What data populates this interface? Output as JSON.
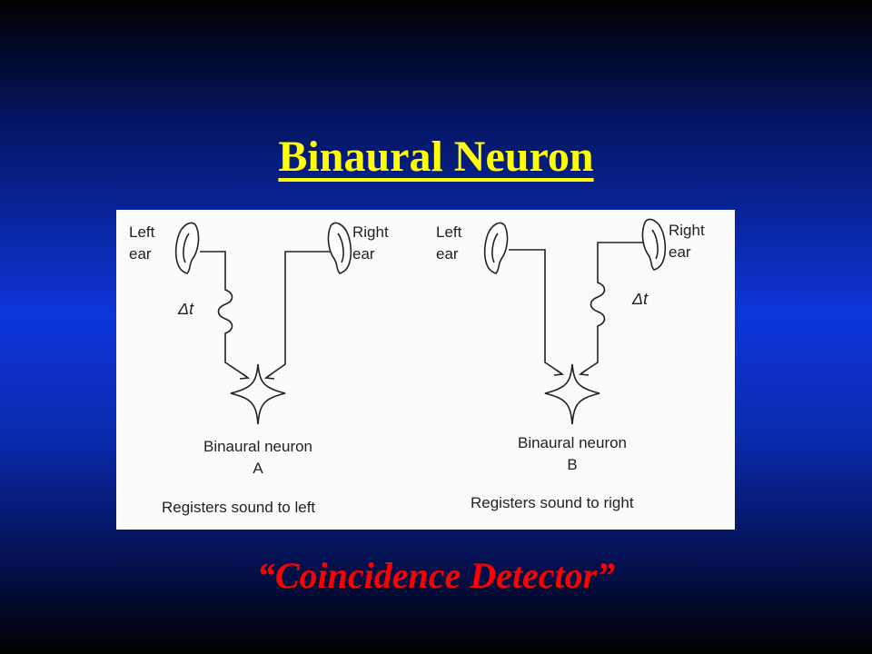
{
  "slide": {
    "title": "Binaural Neuron",
    "subtitle": "“Coincidence Detector”",
    "colors": {
      "title": "#ffff00",
      "subtitle": "#ff0000",
      "background": "#0d35d8"
    }
  },
  "diagram": {
    "panel_a": {
      "left_ear_label": [
        "Left",
        "ear"
      ],
      "right_ear_label": [
        "Right",
        "ear"
      ],
      "delay_label": "Δt",
      "neuron_label": "Binaural neuron",
      "neuron_letter": "A",
      "caption": "Registers sound to left"
    },
    "panel_b": {
      "left_ear_label": [
        "Left",
        "ear"
      ],
      "right_ear_label": [
        "Right",
        "ear"
      ],
      "delay_label": "Δt",
      "neuron_label": "Binaural neuron",
      "neuron_letter": "B",
      "caption": "Registers sound to right"
    }
  }
}
